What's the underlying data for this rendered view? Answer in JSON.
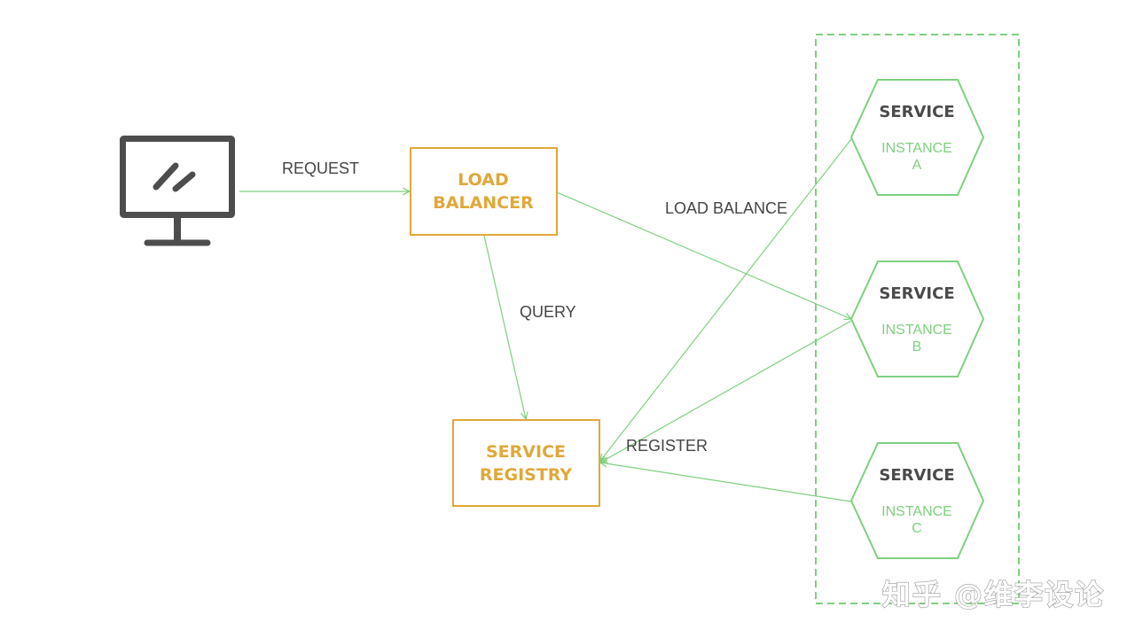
{
  "colors": {
    "accent_orange": "#e0a83a",
    "accent_green": "#7ed07e",
    "icon_gray": "#4d4d4d",
    "label_gray": "#444444"
  },
  "client": {
    "icon": "monitor-icon"
  },
  "edges": {
    "request": "REQUEST",
    "query": "QUERY",
    "load_balance": "LOAD BALANCE",
    "register": "REGISTER"
  },
  "load_balancer": {
    "line1": "LOAD",
    "line2": "BALANCER"
  },
  "registry": {
    "line1": "SERVICE",
    "line2": "REGISTRY"
  },
  "instances": [
    {
      "title": "SERVICE",
      "sub1": "INSTANCE",
      "sub2": "A"
    },
    {
      "title": "SERVICE",
      "sub1": "INSTANCE",
      "sub2": "B"
    },
    {
      "title": "SERVICE",
      "sub1": "INSTANCE",
      "sub2": "C"
    }
  ],
  "watermark": "知乎 @维李设论"
}
